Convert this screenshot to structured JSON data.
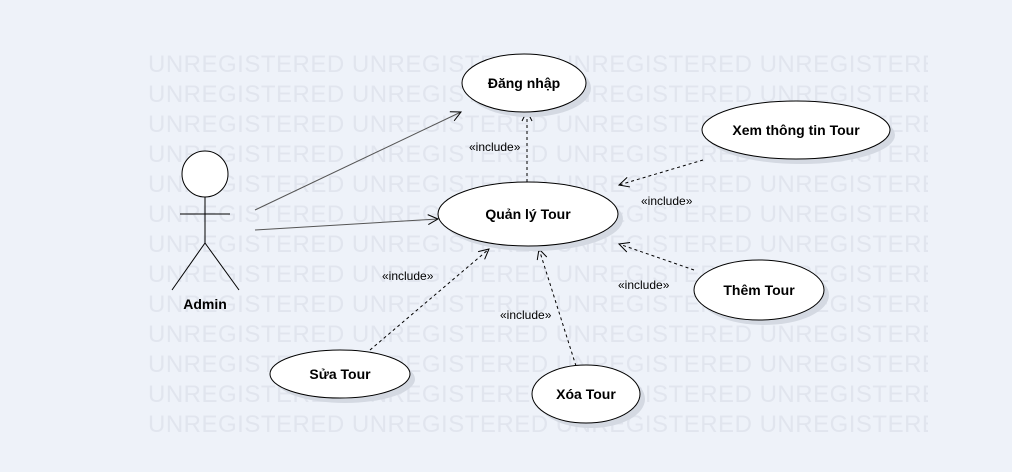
{
  "watermark": {
    "text": "UNREGISTERED UNREGISTERED UNREGISTERED UNREGISTERED"
  },
  "actor": {
    "name": "Admin"
  },
  "use_cases": {
    "dang_nhap": "Đăng nhập",
    "quan_ly_tour": "Quản lý Tour",
    "xem_thong_tin_tour": "Xem thông tin Tour",
    "them_tour": "Thêm Tour",
    "sua_tour": "Sửa Tour",
    "xoa_tour": "Xóa Tour"
  },
  "relations": {
    "include_label": "«include»"
  },
  "colors": {
    "background": "#eef2f9",
    "ellipse_fill": "#ffffff",
    "stroke": "#000000",
    "shadow": "#d4d9e2",
    "watermark": "#e1e5ee"
  }
}
